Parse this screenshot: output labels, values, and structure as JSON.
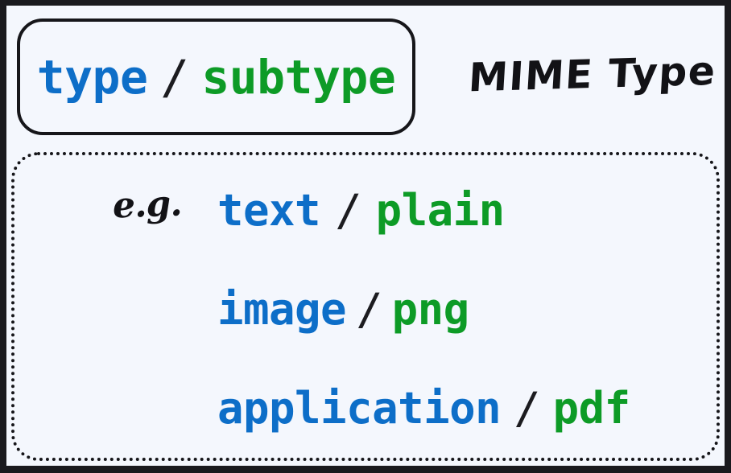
{
  "colors": {
    "frame": "#1a1a1e",
    "canvas_background": "#f4f7fd",
    "type_blue": "#0d6ec8",
    "subtype_green": "#0d9b26",
    "ink_black": "#16161a"
  },
  "formula": {
    "type_label": "type",
    "separator": "/",
    "subtype_label": "subtype"
  },
  "caption": {
    "mime_type_label": "MIME Type"
  },
  "examples": {
    "eg_label": "e.g.",
    "rows": [
      {
        "type": "text",
        "separator": "/",
        "subtype": "plain"
      },
      {
        "type": "image",
        "separator": "/",
        "subtype": "png"
      },
      {
        "type": "application",
        "separator": "/",
        "subtype": "pdf"
      }
    ]
  }
}
